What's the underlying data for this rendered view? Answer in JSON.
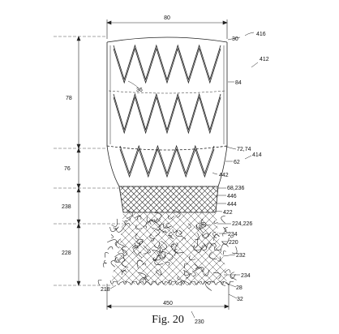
{
  "figure": {
    "caption": "Fig. 20",
    "labels": {
      "top_width": "80",
      "l416": "416",
      "l30": "30",
      "l412": "412",
      "l36": "36",
      "l84": "84",
      "l78": "78",
      "l7274": "72,74",
      "l414": "414",
      "l62": "62",
      "l76": "76",
      "l442": "442",
      "l68236": "68,236",
      "l446": "446",
      "l444": "444",
      "l422": "422",
      "l238": "238",
      "l224226": "224,226",
      "l234a": "234",
      "l220": "220",
      "l228": "228",
      "l232": "232",
      "l234b": "234",
      "l28": "28",
      "l32": "32",
      "l218": "218",
      "bottom_width": "450",
      "l230": "230"
    }
  }
}
